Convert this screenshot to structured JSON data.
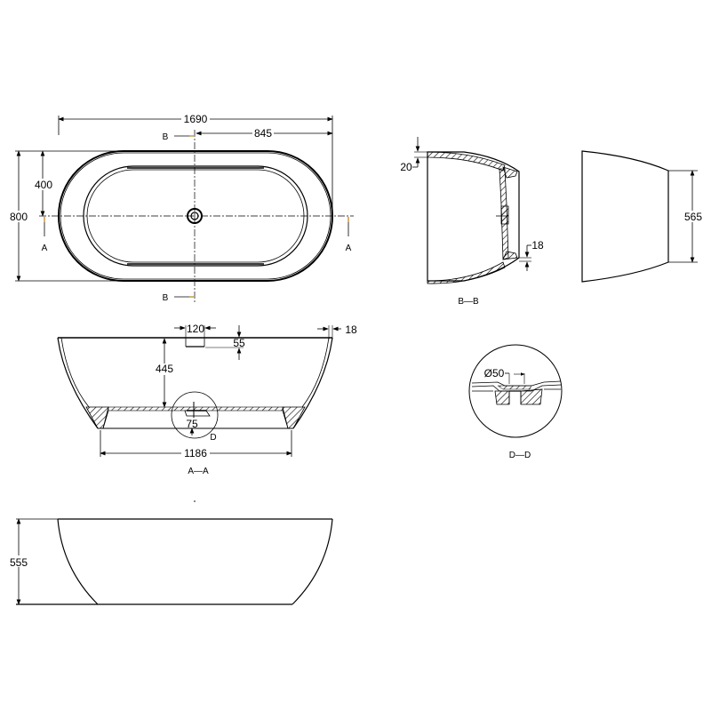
{
  "drawing": {
    "plan_view": {
      "overall_length": "1690",
      "half_length": "845",
      "overall_width": "800",
      "half_width": "400",
      "section_b_label_top": "B",
      "section_b_label_bottom": "B",
      "section_a_label_left": "A",
      "section_a_label_right": "A"
    },
    "section_b": {
      "title": "B—B",
      "rim_thickness": "20",
      "base_thickness": "18"
    },
    "end_view": {
      "height": "565"
    },
    "section_a": {
      "title": "A—A",
      "overflow_width": "120",
      "overflow_height": "55",
      "wall_thickness": "18",
      "depth": "445",
      "drain_offset": "75",
      "detail_label": "D",
      "base_length": "1186"
    },
    "detail_d": {
      "title": "D—D",
      "drain_diameter": "Ø50"
    },
    "side_view": {
      "height": "555"
    },
    "colors": {
      "line": "#000000",
      "section_marker": "#d9b36a",
      "background": "#ffffff"
    }
  }
}
